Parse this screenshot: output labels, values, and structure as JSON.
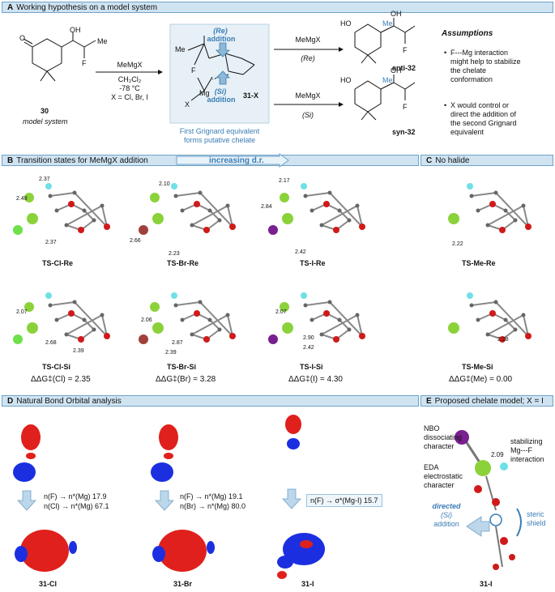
{
  "panelA": {
    "letter": "A",
    "title": "Working hypothesis on a model system",
    "sm_label": "30",
    "sm_caption": "model system",
    "reagent1": "MeMgX",
    "conditions": [
      "CH₂Cl₂",
      "-78 °C",
      "X = Cl, Br, I"
    ],
    "re_addition": "(Re)",
    "re_addition2": "addition",
    "si_addition": "(Si)",
    "si_addition2": "addition",
    "intermediate_label": "31-X",
    "chelate_caption1": "First Grignard equivalent",
    "chelate_caption2": "forms putative chelate",
    "upper_reagent": "MeMgX",
    "upper_face": "(Re)",
    "lower_reagent": "MeMgX",
    "lower_face": "(Si)",
    "anti_label": "anti-32",
    "syn_label": "syn-32",
    "assumptions_title": "Assumptions",
    "assumption1": [
      "F---Mg interaction",
      "might help to stabilize",
      "the chelate",
      "conformation"
    ],
    "assumption2": [
      "X would control or",
      "direct the addition of",
      "the second Grignard",
      "equivalent"
    ]
  },
  "panelB": {
    "letter": "B",
    "title": "Transition states for MeMgX addition",
    "arrow_label": "increasing d.r.",
    "re_labels": [
      "TS-Cl-Re",
      "TS-Br-Re",
      "TS-I-Re"
    ],
    "si_labels": [
      "TS-Cl-Si",
      "TS-Br-Si",
      "TS-I-Si"
    ],
    "ddg": [
      "ΔΔG‡(Cl) = 2.35",
      "ΔΔG‡(Br) = 3.28",
      "ΔΔG‡(I) = 4.30"
    ],
    "distances_re": [
      [
        "2.37",
        "2.49",
        "2.37"
      ],
      [
        "2.10",
        "2.66",
        "2.23"
      ],
      [
        "2.17",
        "2.84",
        "2.42"
      ]
    ],
    "distances_si": [
      [
        "2.07",
        "2.68",
        "2.39"
      ],
      [
        "2.06",
        "2.87",
        "2.39"
      ],
      [
        "2.07",
        "2.90",
        "2.42"
      ]
    ]
  },
  "panelC": {
    "letter": "C",
    "title": "No halide",
    "re_label": "TS-Me-Re",
    "si_label": "TS-Me-Si",
    "ddg": "ΔΔG‡(Me) = 0.00",
    "dist_re": "2.22",
    "dist_si": "2.28"
  },
  "panelD": {
    "letter": "D",
    "title": "Natural Bond Orbital analysis",
    "cl_lines": [
      "n(F) → n*(Mg)  17.9",
      "n(Cl) → n*(Mg)  67.1"
    ],
    "br_lines": [
      "n(F) → n*(Mg)  19.1",
      "n(Br) → n*(Mg)  80.0"
    ],
    "i_line": "n(F) → σ*(Mg-I)  15.7",
    "labels": [
      "31-Cl",
      "31-Br",
      "31-I"
    ]
  },
  "panelE": {
    "letter": "E",
    "title": "Proposed chelate model; X = I",
    "nbo": [
      "NBO",
      "dissociating",
      "character"
    ],
    "eda": [
      "EDA",
      "electrostatic",
      "character"
    ],
    "stab": [
      "stabilizing",
      "Mg---F",
      "interaction"
    ],
    "dist": "2.09",
    "directed": "directed",
    "si": "(Si)",
    "addition": "addition",
    "steric": [
      "steric",
      "shield"
    ],
    "label": "31-I"
  },
  "colors": {
    "panel_bar": "#cfe3f1",
    "accent_blue": "#3a7db5",
    "mg_green": "#8bd23a",
    "cl_green": "#6ee04a",
    "br_red": "#a0403c",
    "i_purple": "#7a1f8f",
    "oxygen_red": "#d01a1a",
    "fluorine_cyan": "#6fe0e6",
    "orbital_red": "#e0201c",
    "orbital_blue": "#1c2fe0"
  }
}
